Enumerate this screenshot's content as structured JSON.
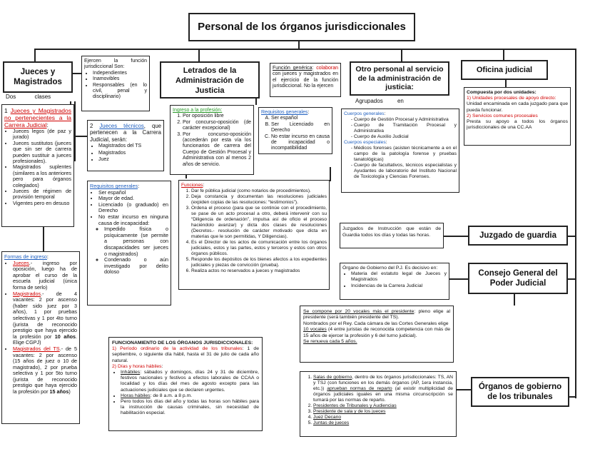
{
  "title": "Personal de los órganos jurisdiccionales",
  "jueces": {
    "header": "Jueces y Magistrados",
    "dos_clases": [
      "Dos",
      "clases"
    ],
    "ejercen": {
      "intro": "Ejercen la función jurisdiccional Son:",
      "items": [
        "Independientes",
        "Inamovibles",
        "Responsables (en lo civil, penal y disciplinario)"
      ]
    },
    "no_pertenecientes": {
      "num": "1",
      "title": "Jueces y Magistrados no pertenecientes a la Carrera Judicial",
      "colon": ":",
      "items": [
        "Jueces legos (de paz y jurado)",
        "Jueces sustitutos (jueces que sin ser de carrera pueden sustituir a jueces profesionales).",
        "Magistrados suplentes (similares a los anteriores pero para órganos colegiados)",
        "Jueces de régimen de provisión temporal",
        "Vigentes pero en desuso"
      ]
    },
    "tecnicos": {
      "num": "2",
      "title": "Jueces técnicos",
      "rest": ", que pertenecen a la Carrera Judicial, serán:",
      "items": [
        "Magistrados del TS",
        "Magistrados",
        "Juez"
      ]
    },
    "requisitos": {
      "title": "Requisitos generales",
      "colon": ":",
      "items": [
        "Ser español",
        "Mayor de edad.",
        "Licenciado (o graduado) en Derecho",
        "No estar incurso en ninguna causa de incapacidad:"
      ],
      "sub": [
        "Impedido física o psíquicamente (se permite a personas con discapacidades ser jueces o magistrados)",
        "Condenado o aún investigado por delito doloso"
      ]
    },
    "formas": {
      "title": "Formas de ingreso",
      "colon": ":",
      "jueces_label": "Jueces",
      "jueces_text": ".- ingreso por oposición, luego ha de aprobar el curso de la escuela judicial (única forma de serlo)",
      "magistrados_label": "Magistrados",
      "magistrados_text": ".- de 4 vacantes: 2 por ascenso (haber sido juez por 3 años), 1 por pruebas selectivas y 1 por 4to turno (jurista de reconocido prestigio que haya ejercido la profesión por ",
      "magistrados_years": "10 años",
      "magistrados_end": ". Elige CGPJ)",
      "ts_label": "Magistrados del TS",
      "ts_text": ".- de 5 vacantes: 2 por ascenso (15 años de juez o 10 de magistrado), 2 por prueba selectiva y 1 por 5to turno (jurista de reconocido prestigio que haya ejercido la profesión por ",
      "ts_years": "15 años",
      "ts_end": ")"
    }
  },
  "letrados": {
    "header": "Letrados de la Administración de Justicia",
    "funcion_label": "Función genérica",
    "funcion_colon": ":",
    "funcion_red": "colaboran",
    "funcion_text": "con jueces y magistrados en el ejercicio de la función jurisdiccional. No la ejercen",
    "ingreso_title": "Ingreso a la profesión",
    "ingreso_colon": ":",
    "ingreso_items": [
      "Por oposición libre",
      "Por concurso-oposición (de carácter excepcional)",
      "Por concurso-oposición (accederán por esta vía los funcionarios de carrera del Cuerpo de Gestión Procesal y Administrativa con al menos 2 años de servicio."
    ],
    "requisitos_title": "Requisitos generales",
    "requisitos_colon": ":",
    "requisitos_items": [
      "Ser español",
      "Ser Licenciado en Derecho",
      "No estar incurso en causa de incapacidad o incompatibilidad"
    ],
    "funciones_title": "Funciones",
    "funciones_colon": ":",
    "funciones_items": [
      "Dar fe pública judicial (como notarios de procedimientos).",
      "Deja constancia y documentan las resoluciones judiciales (expiden copias de las resoluciones: “testimonios”).",
      "Ordena el proceso (para que se continúe con el procedimiento, se pase de un acto procesal a otro, deberá intervenir con su “Diligencia de ordenación”, impulsa así de oficio el proceso haciéndolo avanzar) y dicta dos clases de resoluciones (Decretos.- resolución de carácter motivado que dicta en materias que le son permitidas, Y Diligencias).",
      "Es el Director de los actos de comunicación entre los órganos judiciales, estos y las partes, estos y terceros y estos con otros órganos públicos.",
      "Responde los depósitos de los bienes afectos a los expedientes judiciales y piezas de convicción (prueba).",
      "Realiza actos no reservados a jueces y magistrados"
    ]
  },
  "otro_personal": {
    "header": "Otro personal al servicio de la administración de justicia:",
    "agrupados": [
      "Agrupados",
      "en"
    ],
    "generales_title": "Cuerpos generales",
    "generales_colon": ":",
    "generales_items": [
      "Cuerpo de Gestión Procesal y Administrativa",
      "Cuerpo de Tramitación Procesal y Administrativa",
      "Cuerpo de Auxilio Judicial"
    ],
    "especiales_title": "Cuerpos especiales",
    "especiales_colon": ":",
    "especiales_items": [
      "Médicos forenses (asisten técnicamente a en el campo de la patología forense y pruebas tanatológicas)",
      "Cuerpo de facultativos, técnicos especialistas y Ayudantes de laboratorio del Instituto Nacional de Toxicología y Ciencias Forenses."
    ]
  },
  "oficina": {
    "header": "Oficina judicial",
    "intro": "Compuesta por dos unidades:",
    "u1_num": "1)",
    "u1": "Unidades procesales de apoyo directo:",
    "u1_text": "Unidad encaminada en cada juzgado para que pueda funcionar.",
    "u2_num": "2)",
    "u2": "Servicios comunes procesales",
    "u2_text": "Presta su apoyo a todos los órganos jurisdiccionales de una CC.AA"
  },
  "guardia": {
    "header": "Juzgado de guardia",
    "text": "Juzgados de Instrucción que están de Guardia todos los días y todas las horas."
  },
  "cgpj": {
    "header": "Consejo General del Poder Judicial",
    "intro": "Órgano de Gobierno del P.J. Es decisivo en:",
    "items": [
      "Materia del estatuto legal de Jueces y Magistrados",
      "Incidencias de la Carrera Judicial"
    ],
    "compone_label": "Se compone por 20 vocales más el presidente",
    "compone_text": ": pleno elige al presidente (será también presidente del TS).",
    "nombrados": "Nombrados por el Rey. Cada cámara de las Cortes Generales elige",
    "vocales_label": "10 vocales",
    "vocales_text": " (4 entre juristas de reconocida competencia con más de 15 años de ejercer la profesión y 6 del turno judicial).",
    "renueva": "Se renueva cada 5 años."
  },
  "gobierno": {
    "header": "Órganos de gobierno de los tribunales",
    "salas_label": "Salas de gobierno",
    "salas_text": ", dentro de los órganos jurisdiccionales: TS, AN y TSJ (con funciones en los demás órganos (AP, 1era instancia, etc.)) ",
    "salas_u": "aprueban normas de reparto",
    "salas_end": " (al existir multiplicidad de órganos judiciales iguales en una misma circunscripción se turnará por las normas de reparto.",
    "items": [
      "Presidentes de Tribunales y Audiencias",
      "Presidente de sala y de los jueces",
      "Juez Decano",
      "Juntas de jueces"
    ]
  },
  "funcionamiento": {
    "title": "FUNCIONAMIENTO DE LOS ÓRGANOS JURISDICCIONALES:",
    "i1_num": "1)",
    "i1": "Período ordinario de la actividad de los tribunales",
    "i1_colon": ":",
    "i1_text": "1 de septiembre, o siguiente día hábil, hasta el 31 de julio de cada año natural.",
    "i2_num": "2)",
    "i2": "Días y horas hábiles",
    "i2_colon": ":",
    "i2_b1_label": "Inhábiles",
    "i2_b1_text": ": sábados y domingos, días 24 y 31 de diciembre, festivos nacionales y festivos a efectos laborales de CCAA o localidad y los días del mes de agosto excepto para las actuaciones judiciales que se declaren urgentes.",
    "i2_b2_label": "Horas hábiles",
    "i2_b2_text": ": de 8 a.m. a 8 p.m.",
    "i2_b3": "Pero todos los días del año y todas las horas son hábiles para la instrucción de causas criminales, sin necesidad de habilitación especial."
  }
}
